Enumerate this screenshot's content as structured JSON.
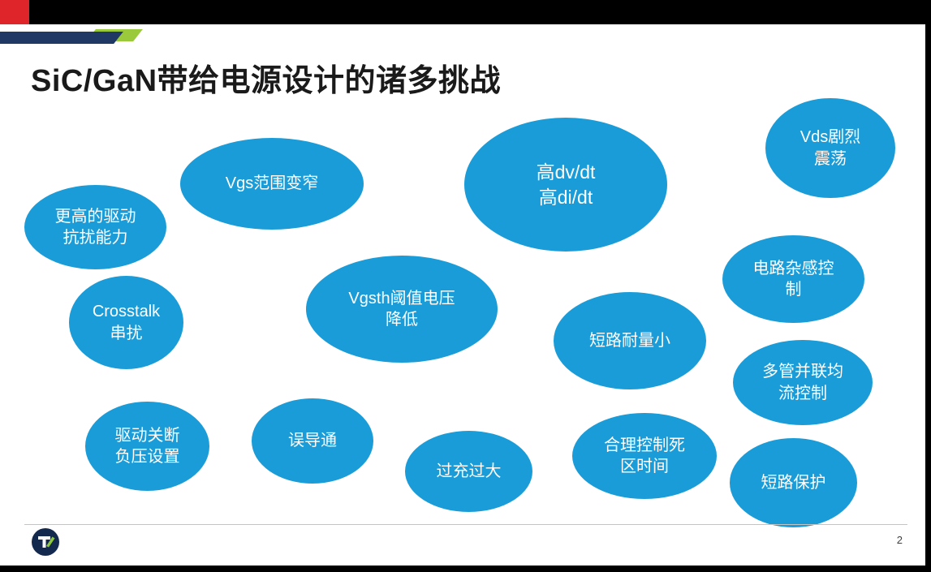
{
  "title": "SiC/GaN带给电源设计的诸多挑战",
  "bubbles": [
    {
      "name": "higher-drive-immunity",
      "label": "更高的驱动\n抗扰能力"
    },
    {
      "name": "vgs-range-narrowing",
      "label": "Vgs范围变窄"
    },
    {
      "name": "high-dvdt-didt",
      "label": "高dv/dt\n高di/dt"
    },
    {
      "name": "vds-oscillation",
      "label": "Vds剧烈\n震荡"
    },
    {
      "name": "crosstalk",
      "label": "Crosstalk\n串扰"
    },
    {
      "name": "vgsth-threshold-decrease",
      "label": "Vgsth阈值电压\n降低"
    },
    {
      "name": "short-circuit-tolerance",
      "label": "短路耐量小"
    },
    {
      "name": "stray-inductance-control",
      "label": "电路杂感控\n制"
    },
    {
      "name": "parallel-current-sharing",
      "label": "多管并联均\n流控制"
    },
    {
      "name": "gate-off-negative-voltage",
      "label": "驱动关断\n负压设置"
    },
    {
      "name": "false-turn-on",
      "label": "误导通"
    },
    {
      "name": "excessive-overshoot",
      "label": "过充过大"
    },
    {
      "name": "dead-time-control",
      "label": "合理控制死\n区时间"
    },
    {
      "name": "short-circuit-protection",
      "label": "短路保护"
    }
  ],
  "footer": {
    "page_number": "2",
    "logo_icon": "tk-logo"
  },
  "colors": {
    "bubble_blue": "#1a9cd8",
    "accent_navy": "#1f3864",
    "accent_green": "#9aca3c",
    "corner_red": "#e0252a",
    "letterbox_black": "#000000"
  }
}
